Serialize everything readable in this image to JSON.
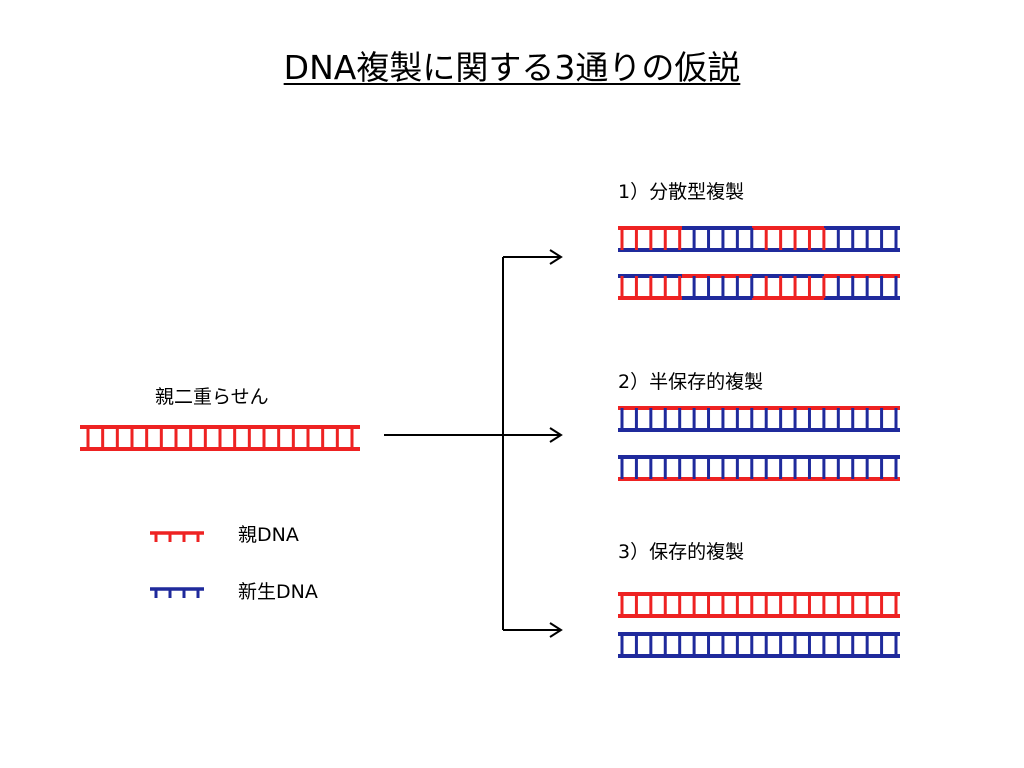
{
  "title": "DNA複製に関する3通りの仮説",
  "parent_label": "親二重らせん",
  "legend": {
    "parent": "親DNA",
    "new": "新生DNA"
  },
  "models": [
    {
      "label": "1）分散型複製"
    },
    {
      "label": "2）半保存的複製"
    },
    {
      "label": "3）保存的複製"
    }
  ],
  "colors": {
    "parent_strand": "#ee2222",
    "new_strand": "#1f2a9c",
    "arrow": "#000000"
  },
  "icons": {
    "legend_parent": "parent-dna-strand-icon",
    "legend_new": "new-dna-strand-icon"
  }
}
